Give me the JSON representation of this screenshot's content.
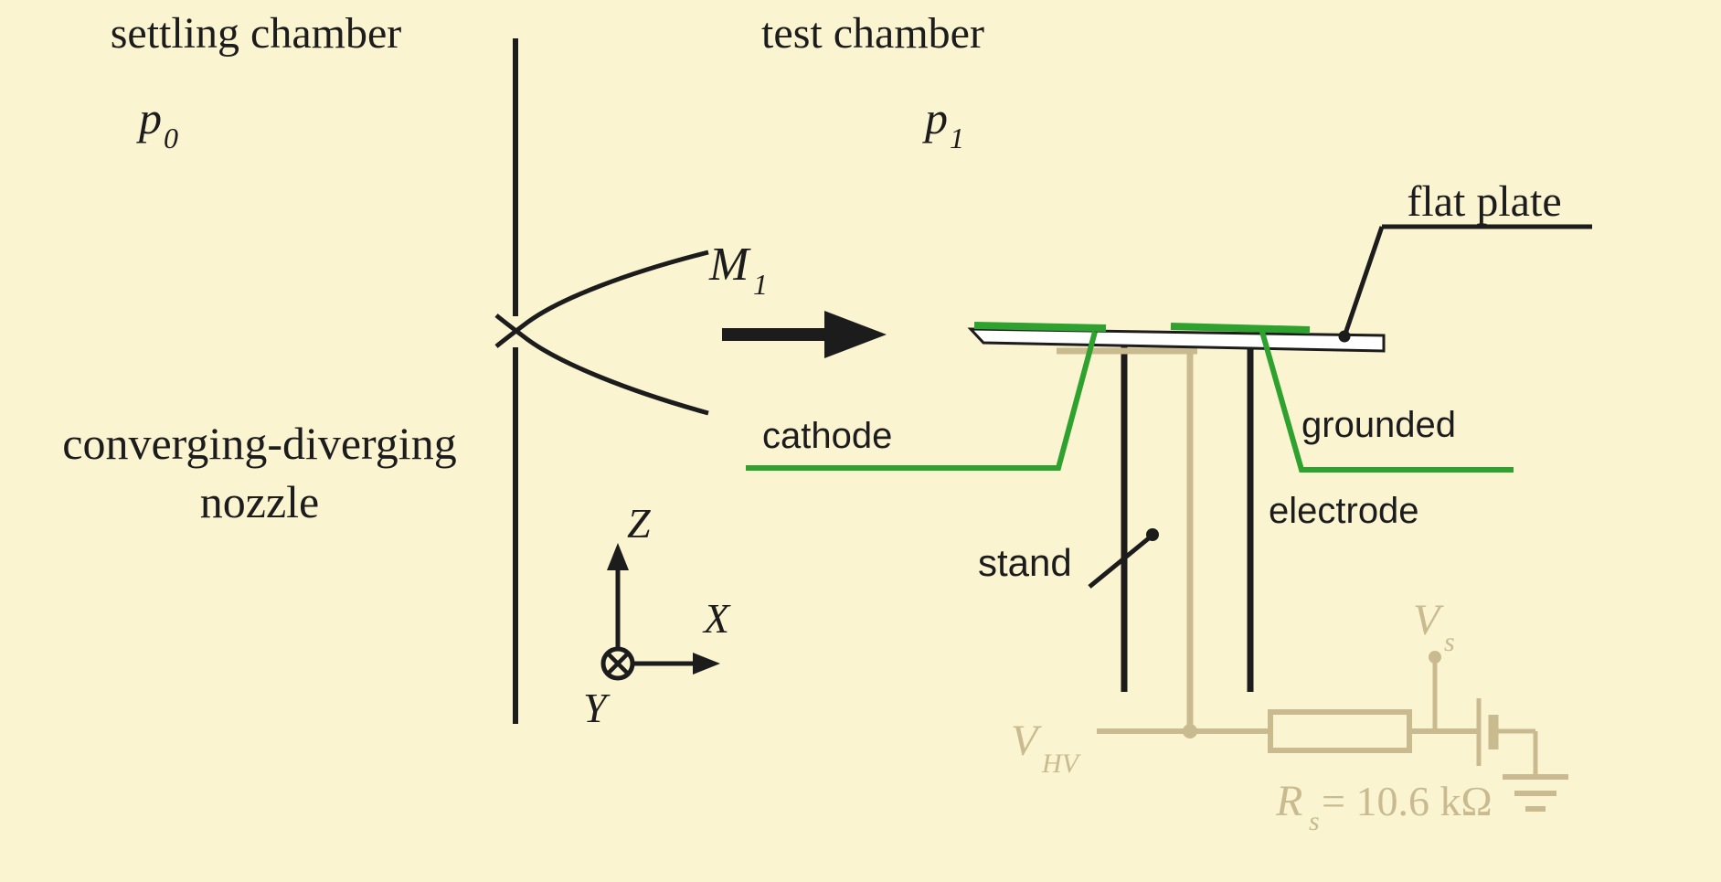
{
  "colors": {
    "background": "#FAF4D1",
    "ink": "#1C1C1C",
    "green": "#2FA12F",
    "tan": "#C9BB8F",
    "plate_fill": "#FFFFFF"
  },
  "labels": {
    "settling_chamber": "settling chamber",
    "test_chamber": "test chamber",
    "nozzle_line1": "converging-diverging",
    "nozzle_line2": "nozzle",
    "flat_plate": "flat plate",
    "cathode": "cathode",
    "grounded": "grounded",
    "electrode": "electrode",
    "stand": "stand"
  },
  "symbols": {
    "p0": {
      "main": "p",
      "sub": "0"
    },
    "p1": {
      "main": "p",
      "sub": "1"
    },
    "m1": {
      "main": "M",
      "sub": "1"
    },
    "axis": {
      "z": "Z",
      "x": "X",
      "y": "Y"
    },
    "v_hv": {
      "main": "V",
      "sub": "HV"
    },
    "v_s": {
      "main": "V",
      "sub": "s"
    },
    "r_s": {
      "main": "R",
      "sub": "s",
      "value": " = 10.6 kΩ"
    }
  }
}
